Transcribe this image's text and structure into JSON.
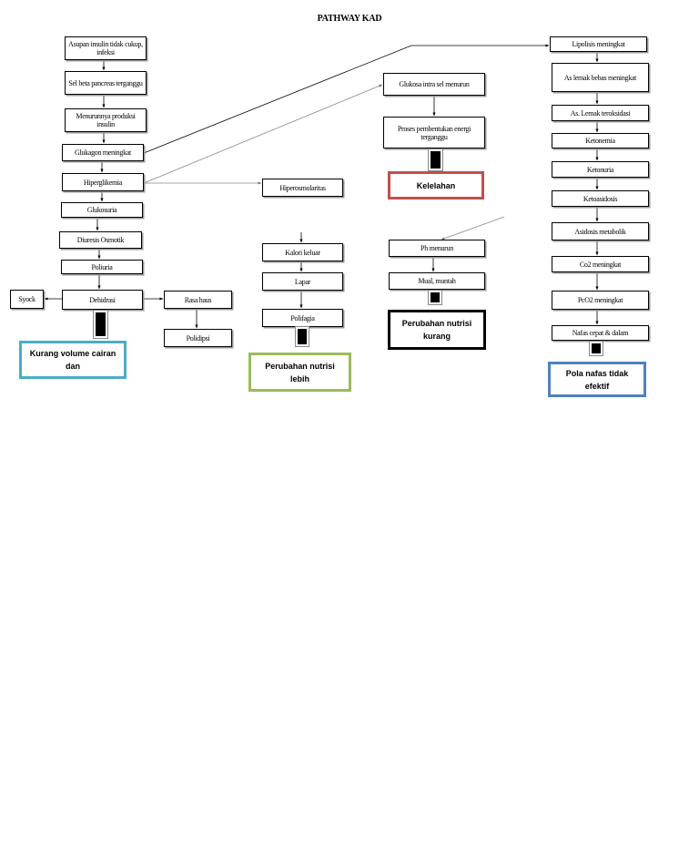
{
  "title": "PATHWAY KAD",
  "nodes": {
    "asupan": "Asupan insulin tidak cukup, infeksi",
    "sel_beta": "Sel beta pancreas terganggu",
    "menurunnya": "Menurunnya produksi insulin",
    "glukagon": "Glukagon meningkat",
    "hiperglikemia": "Hiperglikemia",
    "glukosuria": "Glukosuria",
    "diuresis": "Diuresis Osmotik",
    "poliuria": "Poliuria",
    "dehidrasi": "Dehidrasi",
    "syock": "Syock",
    "rasa_haus": "Rasa haus",
    "polidipsi": "Polidipsi",
    "hiperosmolaritas": "Hiperosmolaritas",
    "kalori_keluar": "Kalori keluar",
    "lapar": "Lapar",
    "polifagia": "Polifagia",
    "glukosa_intra": "Glukosa intra sel menurun",
    "proses": "Proses pembentukan energi terganggu",
    "ph_menurun": "Ph menurun",
    "mual": "Mual, muntah",
    "lipolisis": "Lipolisis meningkat",
    "as_lemak": "As lemak bebas meningkat",
    "as_lemak_ter": "As. Lemak teroksidasi",
    "ketonemia": "Ketonemia",
    "ketonuria": "Ketonuria",
    "ketoasidosis": "Ketoasidosis",
    "asidosis": "Asidosis metabolik",
    "co2": "Co2 meningkat",
    "pco2": "PcO2 meningkat",
    "nafas": "Nafas cepat & dalam"
  },
  "diagnoses": {
    "kelelahan": "Kelelahan",
    "kurang_volume": "Kurang volume cairan dan",
    "nutrisi_lebih": "Perubahan nutrisi lebih",
    "nutrisi_kurang": "Perubahan nutrisi kurang",
    "pola_nafas": "Pola nafas tidak efektif"
  },
  "colors": {
    "kelelahan_border": "#c0504d",
    "kurang_volume_border": "#4bacc6",
    "nutrisi_lebih_border": "#9bbb59",
    "nutrisi_kurang_border": "#000000",
    "pola_nafas_border": "#4f81bd"
  }
}
